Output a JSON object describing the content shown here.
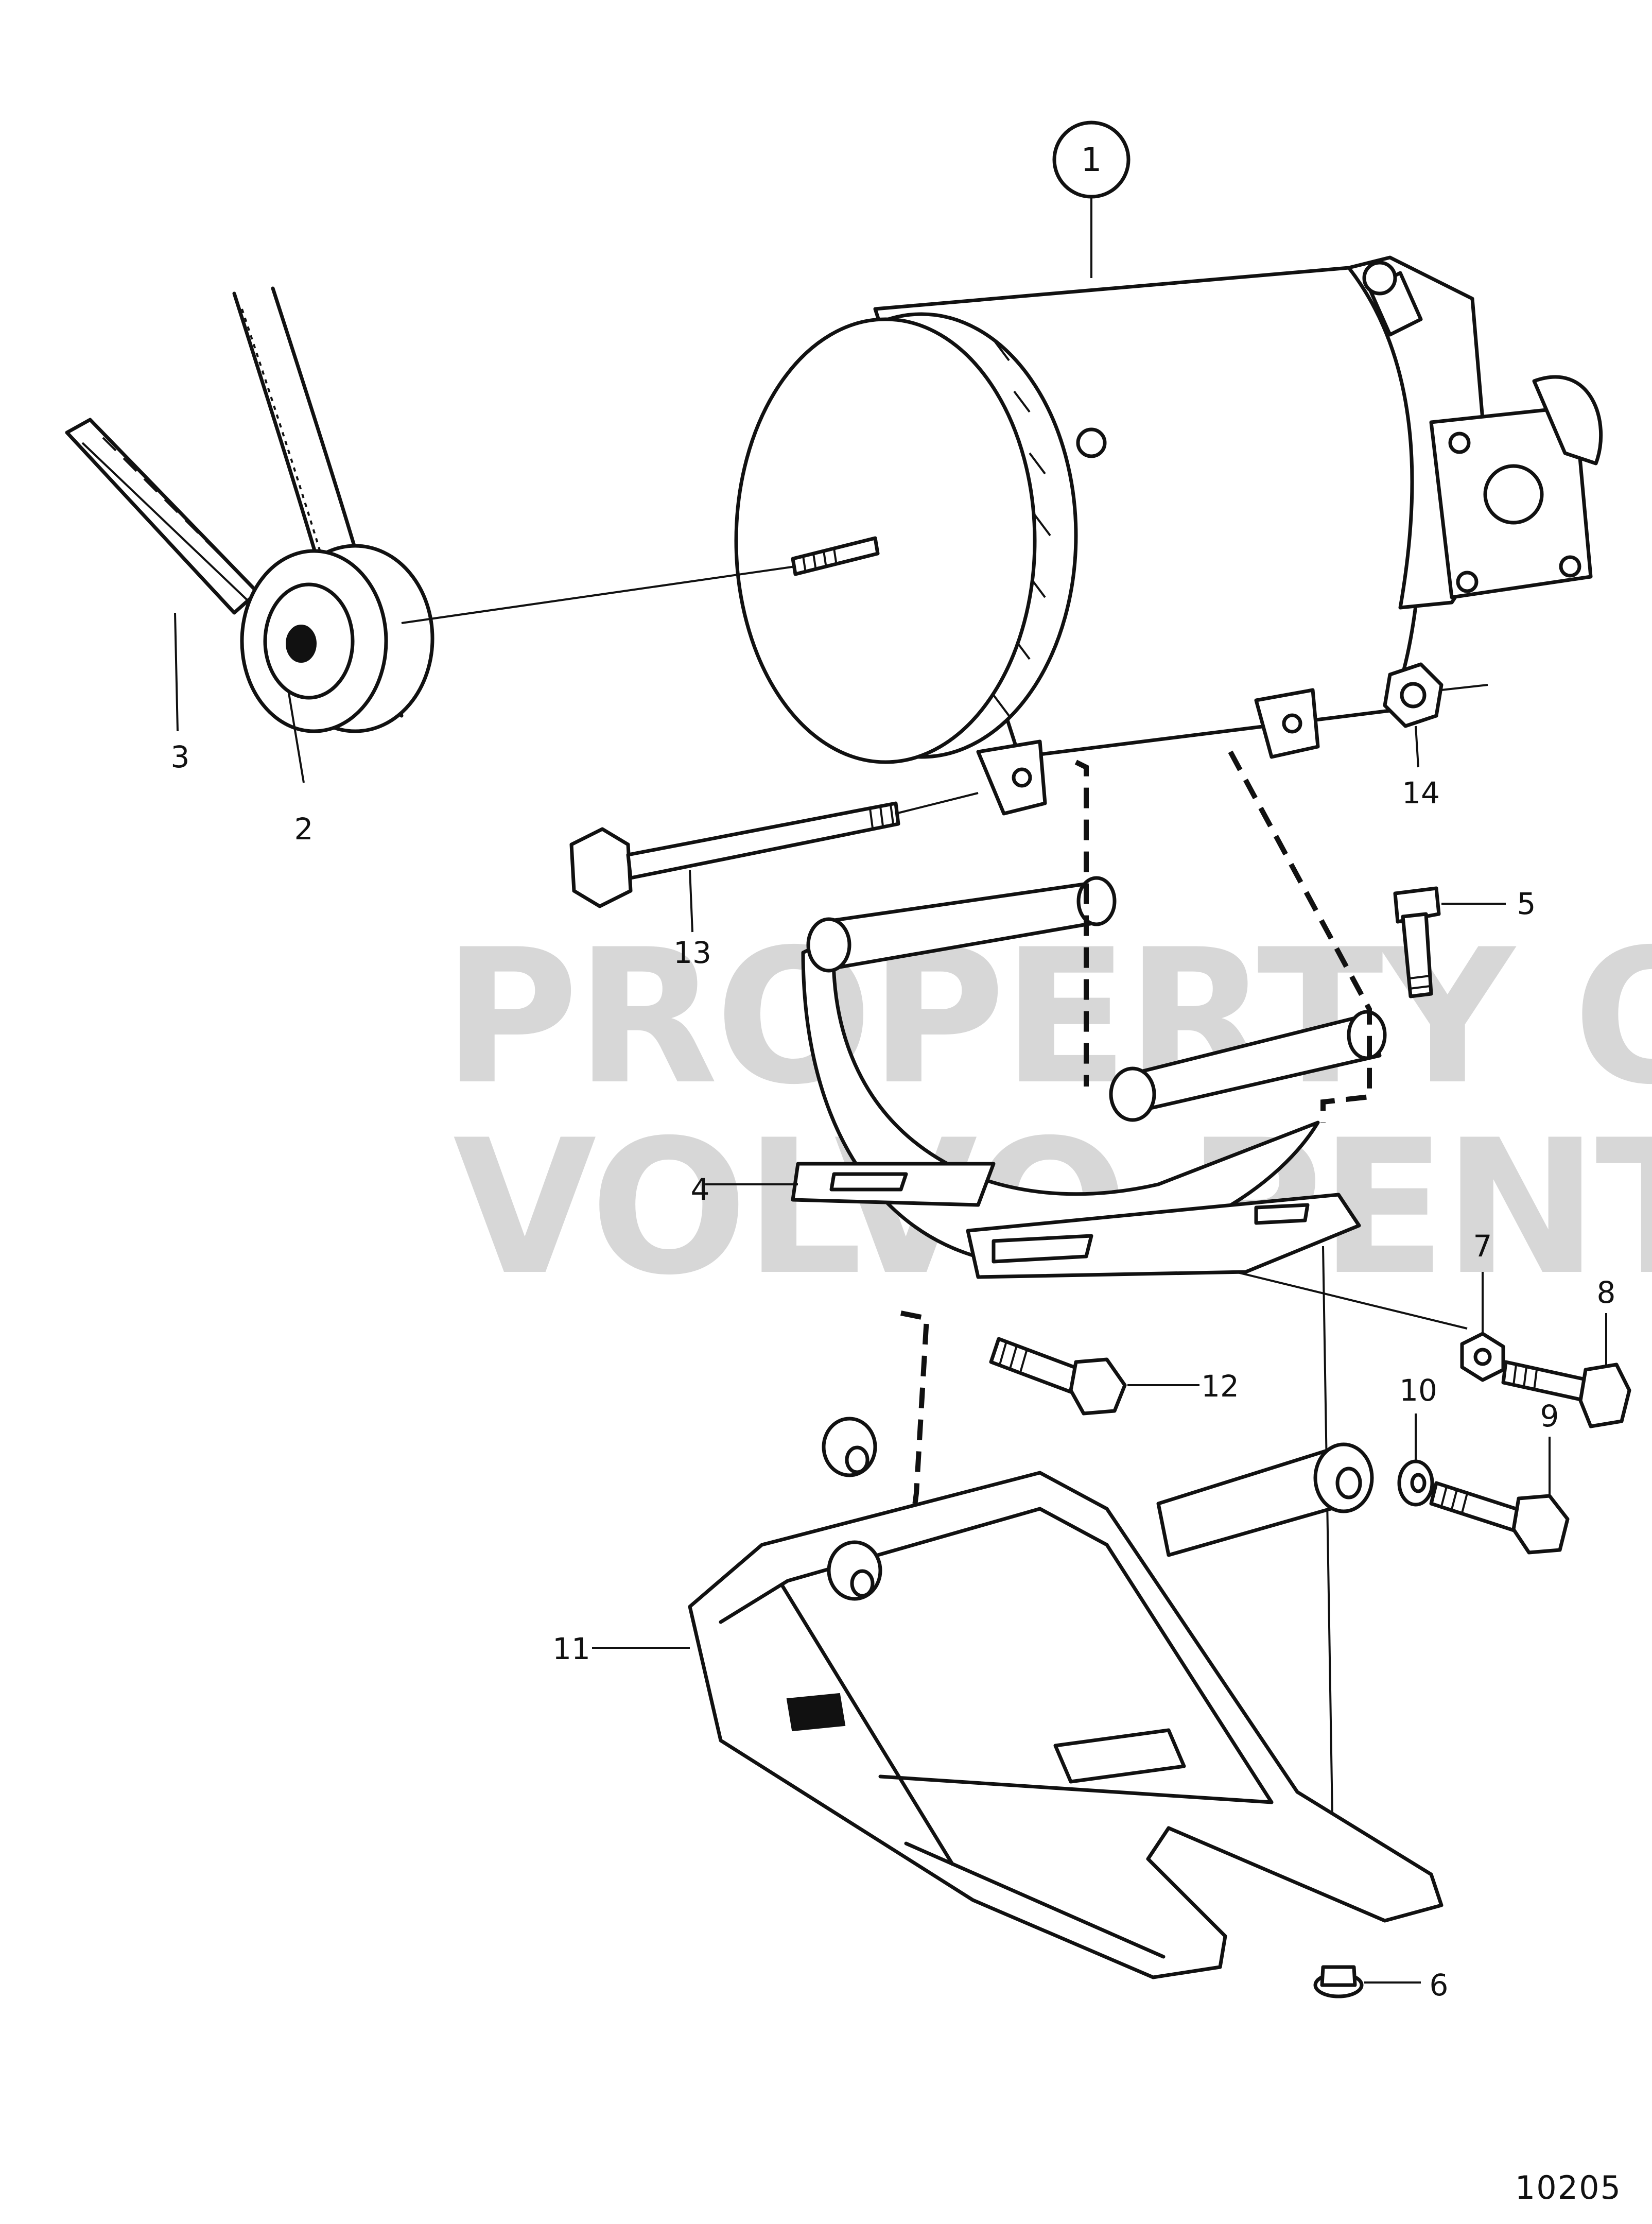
{
  "watermark": {
    "line1": "PROPERTY OF",
    "line2": "VOLVO PENTA"
  },
  "figure_number": "10205",
  "callouts": {
    "c1": "1",
    "c2": "2",
    "c3": "3",
    "c4": "4",
    "c5": "5",
    "c6": "6",
    "c7": "7",
    "c8": "8",
    "c9": "9",
    "c10": "10",
    "c11": "11",
    "c12": "12",
    "c13": "13",
    "c14": "14"
  },
  "icons": [
    "alternator-icon",
    "pulley-icon",
    "belt-icon",
    "bracket-icon",
    "bolt-icon",
    "nut-icon",
    "washer-icon"
  ]
}
